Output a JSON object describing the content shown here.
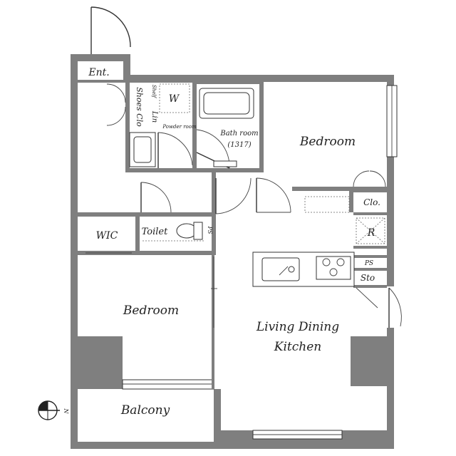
{
  "rooms": {
    "entrance": "Ent.",
    "shoes_closet": "Shoes Clo",
    "shelf": "Shelf",
    "washer": "W",
    "linen": "Lin",
    "powder_room": "Powder room",
    "bath_room": "Bath room",
    "bath_size": "(1317)",
    "bedroom_upper": "Bedroom",
    "closet": "Clo.",
    "refrigerator": "R",
    "wic": "WIC",
    "toilet": "Toilet",
    "ps_toilet": "PS",
    "ps_kitchen": "PS",
    "storage": "Sto",
    "bedroom_lower": "Bedroom",
    "living_dining_kitchen_line1": "Living Dining",
    "living_dining_kitchen_line2": "Kitchen",
    "balcony": "Balcony"
  },
  "compass": {
    "north_label": "N"
  },
  "colors": {
    "wall": "#7f7f7f",
    "line": "#333333",
    "background": "#ffffff"
  }
}
